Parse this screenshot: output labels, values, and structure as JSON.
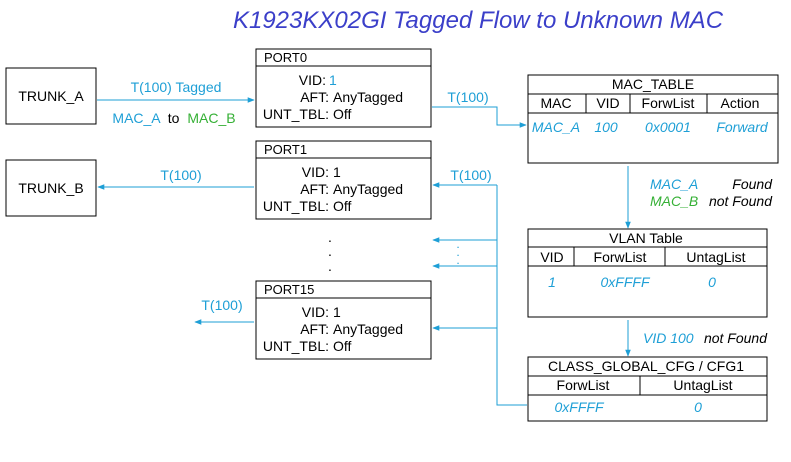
{
  "title": "K1923KX02GI Tagged Flow to Unknown MAC",
  "colors": {
    "accent": "#1e9fd6",
    "title": "#3b3fc9",
    "green": "#35b035",
    "border": "#000000"
  },
  "trunks": [
    {
      "label": "TRUNK_A"
    },
    {
      "label": "TRUNK_B"
    }
  ],
  "ports": [
    {
      "name": "PORT0",
      "vid_label": "VID:",
      "vid": "1",
      "aft_label": "AFT:",
      "aft": "AnyTagged",
      "unt_label": "UNT_TBL:",
      "unt": "Off"
    },
    {
      "name": "PORT1",
      "vid_label": "VID:",
      "vid": "1",
      "aft_label": "AFT:",
      "aft": "AnyTagged",
      "unt_label": "UNT_TBL:",
      "unt": "Off"
    },
    {
      "name": "PORT15",
      "vid_label": "VID:",
      "vid": "1",
      "aft_label": "AFT:",
      "aft": "AnyTagged",
      "unt_label": "UNT_TBL:",
      "unt": "Off"
    }
  ],
  "ellipsis": ".",
  "flow_labels": {
    "ingress": "T(100) Tagged",
    "mac_a": "MAC_A",
    "to": "to",
    "mac_b": "MAC_B",
    "port0_out": "T(100)",
    "trunk_b_out": "T(100)",
    "port1_in": "T(100)",
    "port15_out": "T(100)"
  },
  "mac_table": {
    "title": "MAC_TABLE",
    "headers": [
      "MAC",
      "VID",
      "ForwList",
      "Action"
    ],
    "row": [
      "MAC_A",
      "100",
      "0x0001",
      "Forward"
    ]
  },
  "mac_status": {
    "line1_mac": "MAC_A",
    "line1_status": "Found",
    "line2_mac": "MAC_B",
    "line2_status": "not Found"
  },
  "vlan_table": {
    "title": "VLAN Table",
    "headers": [
      "VID",
      "ForwList",
      "UntagList"
    ],
    "row": [
      "1",
      "0xFFFF",
      "0"
    ]
  },
  "vlan_status": {
    "vid": "VID 100",
    "status": "not Found"
  },
  "class_cfg": {
    "title": "CLASS_GLOBAL_CFG / CFG1",
    "headers": [
      "ForwList",
      "UntagList"
    ],
    "row": [
      "0xFFFF",
      "0"
    ]
  }
}
